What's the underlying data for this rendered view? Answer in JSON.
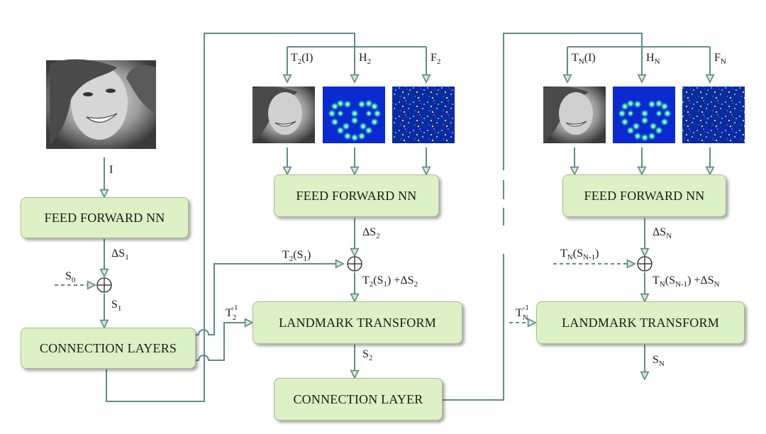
{
  "boxes": {
    "ffnn1": "FEED FORWARD NN",
    "conn_layers": "CONNECTION LAYERS",
    "ffnn2": "FEED FORWARD NN",
    "landmark2": "LANDMARK TRANSFORM",
    "conn_layer": "CONNECTION LAYER",
    "ffnnN": "FEED FORWARD NN",
    "landmarkN": "LANDMARK TRANSFORM"
  },
  "labels": {
    "I": "I",
    "dS1_delta": "ΔS",
    "dS1_sub": "1",
    "S0": "S",
    "S0_sub": "0",
    "S1": "S",
    "S1_sub": "1",
    "T2I_a": "T",
    "T2I_sub": "2",
    "T2I_b": "(I)",
    "H2": "H",
    "H2_sub": "2",
    "F2": "F",
    "F2_sub": "2",
    "dS2": "ΔS",
    "dS2_sub": "2",
    "T2S1_a": "T",
    "T2S1_sub1": "2",
    "T2S1_b": "(S",
    "T2S1_sub2": "1",
    "T2S1_c": ")",
    "sum2_a": "T",
    "sum2_sub1": "2",
    "sum2_b": "(S",
    "sum2_sub2": "1",
    "sum2_c": ") +ΔS",
    "sum2_sub3": "2",
    "T2inv_a": "T",
    "T2inv_sub": "2",
    "T2inv_sup": "-1",
    "S2": "S",
    "S2_sub": "2",
    "TNI_a": "T",
    "TNI_sub": "N",
    "TNI_b": "(I)",
    "HN": "H",
    "HN_sub": "N",
    "FN": "F",
    "FN_sub": "N",
    "dSN": "ΔS",
    "dSN_sub": "N",
    "TNS_a": "T",
    "TNS_sub1": "N",
    "TNS_b": "(S",
    "TNS_sub2": "N-1",
    "TNS_c": ")",
    "sumN_a": "T",
    "sumN_sub1": "N",
    "sumN_b": "(S",
    "sumN_sub2": "N-1",
    "sumN_c": ") +ΔS",
    "sumN_sub3": "N",
    "TNinv_a": "T",
    "TNinv_sub": "N",
    "TNinv_sup": "-1",
    "SN": "S",
    "SN_sub": "N"
  },
  "colors": {
    "box_fill": "#dcf1c4",
    "wire": "#5f8b8b",
    "arrow_fill": "#d8f0c0"
  },
  "images": [
    "face-photo",
    "face-crop",
    "heatmap",
    "feature-map",
    "face-crop",
    "heatmap",
    "feature-map"
  ]
}
